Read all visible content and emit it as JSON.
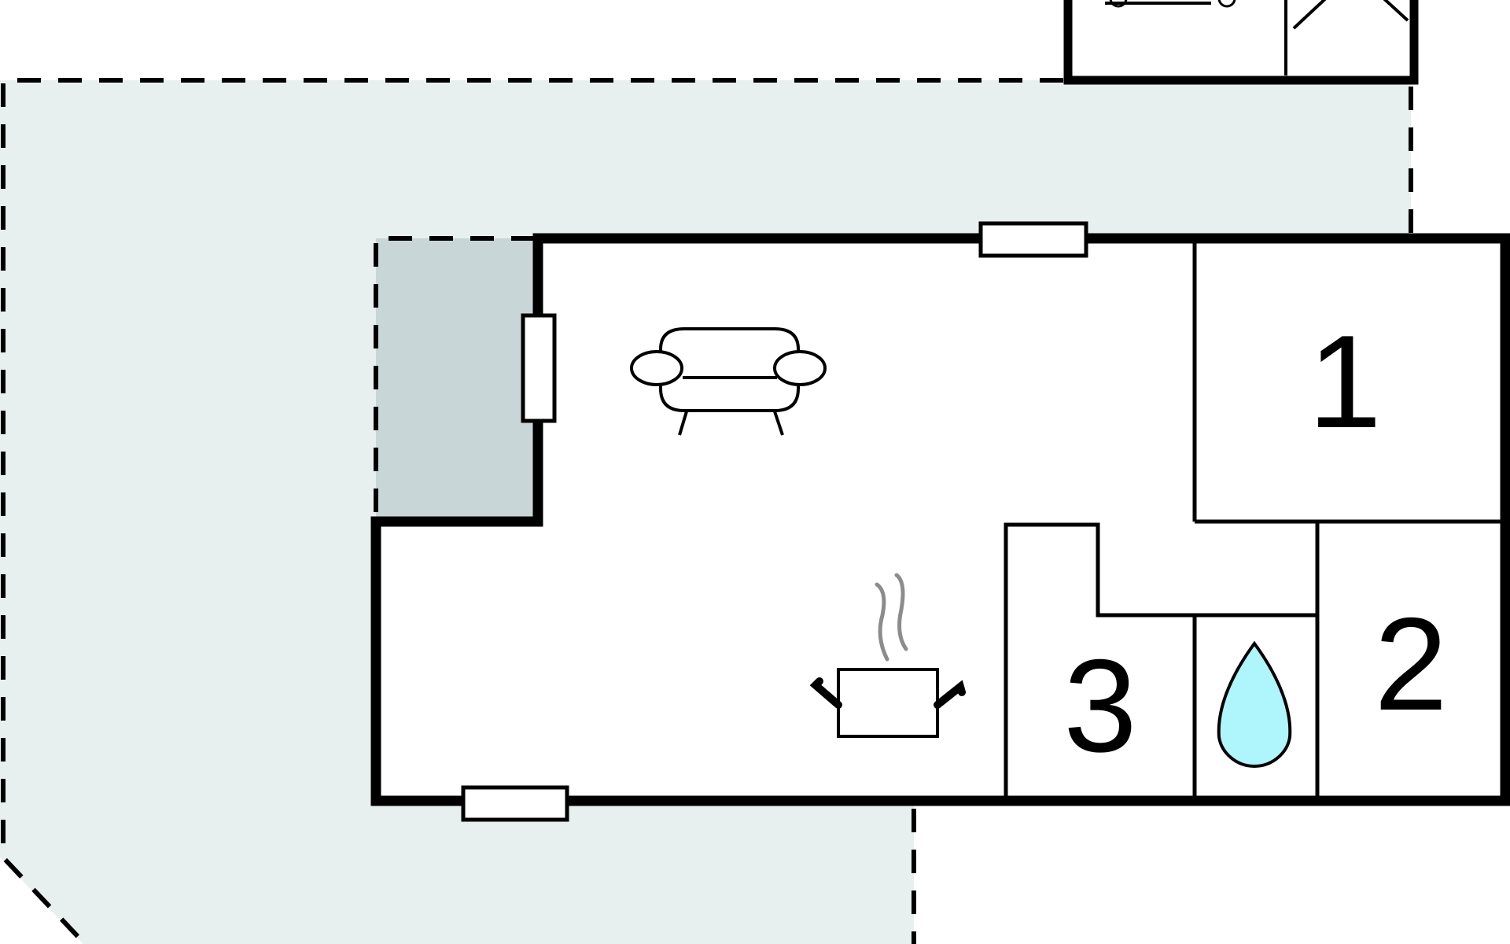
{
  "floorplan": {
    "rooms": {
      "bedroom_1": "1",
      "bedroom_2": "2",
      "bedroom_3": "3"
    },
    "icons": [
      "sofa-icon",
      "cooking-pot-icon",
      "water-drop-icon"
    ],
    "colors": {
      "wall": "#000000",
      "outdoor_area": "#e8efef",
      "covered_terrace": "#c9d6d7",
      "water_drop": "#aef6fb",
      "steam": "#8c8c8c",
      "interior": "#ffffff"
    }
  }
}
